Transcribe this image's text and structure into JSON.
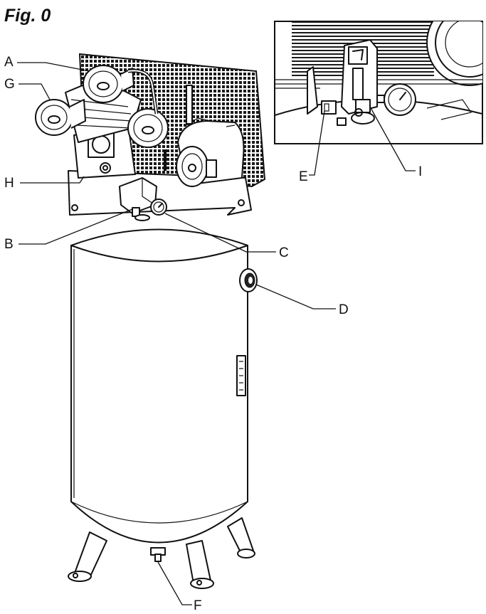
{
  "figure": {
    "title": "Fig. 0",
    "callouts": {
      "A": "A",
      "G": "G",
      "H": "H",
      "B": "B",
      "C": "C",
      "D": "D",
      "F": "F",
      "E": "E",
      "I": "I"
    }
  }
}
